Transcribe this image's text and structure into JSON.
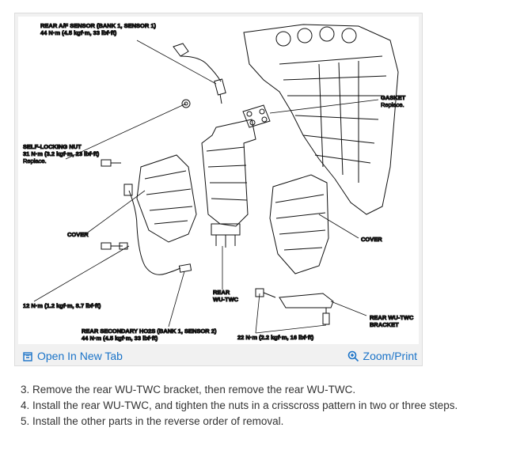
{
  "diagram": {
    "labels": {
      "sensor1_title": "REAR A/F SENSOR (BANK 1, SENSOR 1)",
      "sensor1_torque": "44 N·m (4.5 kgf·m, 33 lbf·ft)",
      "gasket_title": "GASKET",
      "gasket_note": "Replace.",
      "locknut_title": "SELF-LOCKING NUT",
      "locknut_torque": "31 N·m (3.2 kgf·m, 23 lbf·ft)",
      "locknut_note": "Replace.",
      "cover_left": "COVER",
      "cover_right": "COVER",
      "rear_twc_1": "REAR",
      "rear_twc_2": "WU-TWC",
      "torque_12": "12 N·m (1.2 kgf·m, 8.7 lbf·ft)",
      "bracket_1": "REAR WU-TWC",
      "bracket_2": "BRACKET",
      "sensor2_title": "REAR SECONDARY HO2S (BANK 1, SENSOR 2)",
      "sensor2_torque": "44 N·m (4.5 kgf·m, 33 lbf·ft)",
      "torque_22": "22 N·m (2.2 kgf·m, 16 lbf·ft)"
    }
  },
  "toolbar": {
    "open_label": "Open In New Tab",
    "open_icon": "open-new-tab-icon",
    "zoom_label": "Zoom/Print",
    "zoom_icon": "magnifier-icon",
    "link_color": "#1a73c8"
  },
  "steps": [
    "3. Remove the rear WU-TWC bracket, then remove the rear WU-TWC.",
    "4. Install the rear WU-TWC, and tighten the nuts in a crisscross pattern in two or three steps.",
    "5. Install the other parts in the reverse order of removal."
  ]
}
